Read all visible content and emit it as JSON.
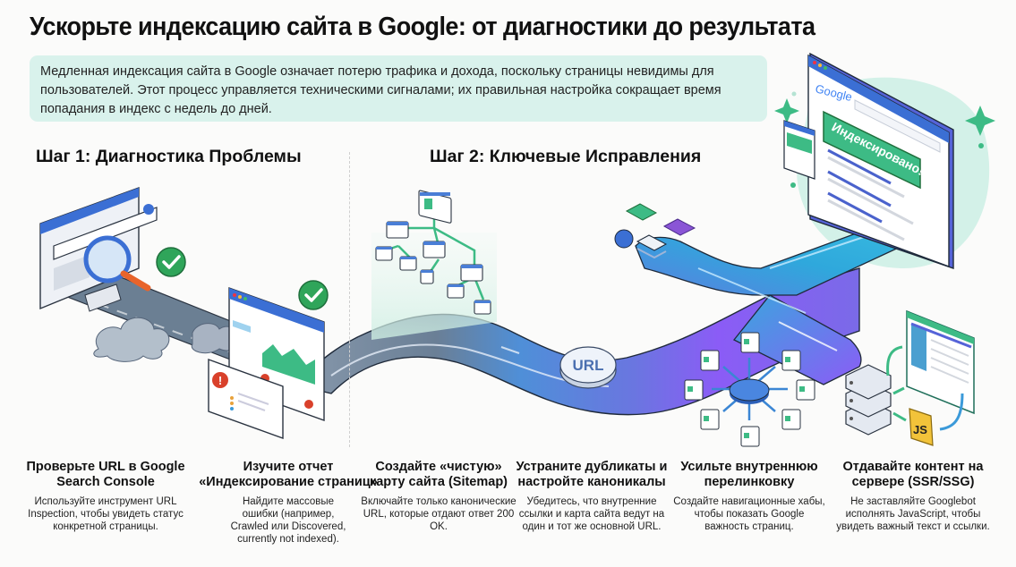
{
  "header": {
    "title": "Ускорьте индексацию сайта в Google: от диагностики до результата",
    "intro": "Медленная индексация сайта в Google означает потерю трафика и дохода, поскольку страницы невидимы для пользователей. Этот процесс управляется техническими сигналами; их правильная настройка сокращает время попадания в индекс с недель до дней."
  },
  "steps": [
    {
      "label": "Шаг 1: Диагностика Проблемы"
    },
    {
      "label": "Шаг 2: Ключевые Исправления"
    }
  ],
  "illustration": {
    "url_badge": "URL",
    "indexed_badge": "Индексировано!",
    "google_logo": "Google",
    "js_badge": "JS",
    "colors": {
      "road_start": "#7d8fa3",
      "road_mid": "#4f8fd8",
      "road_end": "#8b5cf6",
      "road_cyan": "#2fb0d9",
      "check_green": "#2fa55a",
      "error_red": "#d9412b",
      "accent_green": "#3dbb85",
      "accent_purple": "#8a55d6",
      "js_yellow": "#f2c33a",
      "blue": "#3b6fd4"
    }
  },
  "cards": [
    {
      "title": "Проверьте URL в Google Search Console",
      "desc": "Используйте инструмент URL Inspection, чтобы увидеть статус конкретной страницы."
    },
    {
      "title": "Изучите отчет «Индексирование страниц»",
      "desc": "Найдите массовые ошибки (например, Crawled или Discovered, currently not indexed)."
    },
    {
      "title": "Создайте «чистую» карту сайта (Sitemap)",
      "desc": "Включайте только канонические URL, которые отдают ответ 200 OK."
    },
    {
      "title": "Устраните дубликаты и настройте каноникалы",
      "desc": "Убедитесь, что внутренние ссылки и карта сайта ведут на один и тот же основной URL."
    },
    {
      "title": "Усильте внутреннюю перелинковку",
      "desc": "Создайте навигационные хабы, чтобы показать Google важность страниц."
    },
    {
      "title": "Отдавайте контент на сервере (SSR/SSG)",
      "desc": "Не заставляйте Googlebot исполнять JavaScript, чтобы увидеть важный текст и ссылки."
    }
  ]
}
